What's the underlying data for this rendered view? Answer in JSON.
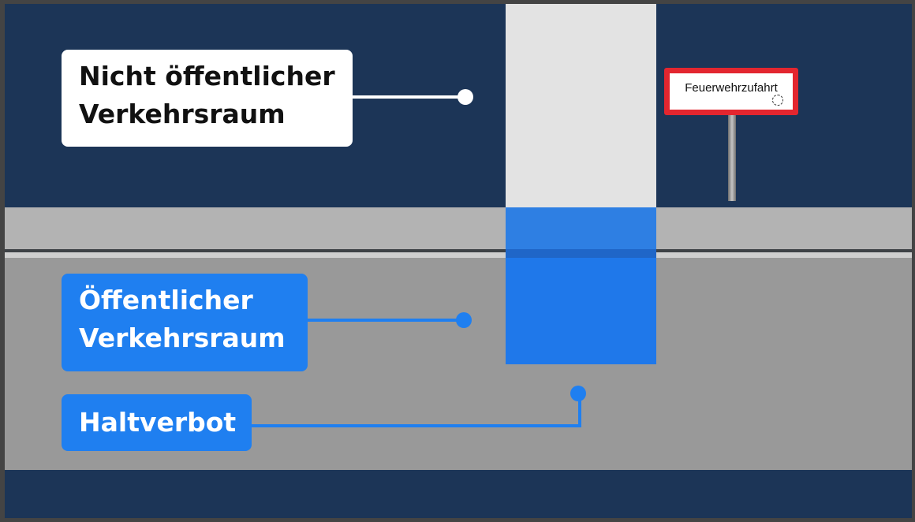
{
  "labels": {
    "private_line1": "Nicht öffentlicher",
    "private_line2": "Verkehrsraum",
    "public_line1": "Öffentlicher",
    "public_line2": "Verkehrsraum",
    "halt": "Haltverbot"
  },
  "sign": {
    "text": "Feuerwehrzufahrt"
  },
  "colors": {
    "background": "#1c3557",
    "sidewalk": "#b3b3b3",
    "road": "#999999",
    "driveway": "#e3e3e3",
    "zone_blue": "#1f78ea",
    "label_blue": "#1f7ff0",
    "sign_red": "#e3262f"
  }
}
